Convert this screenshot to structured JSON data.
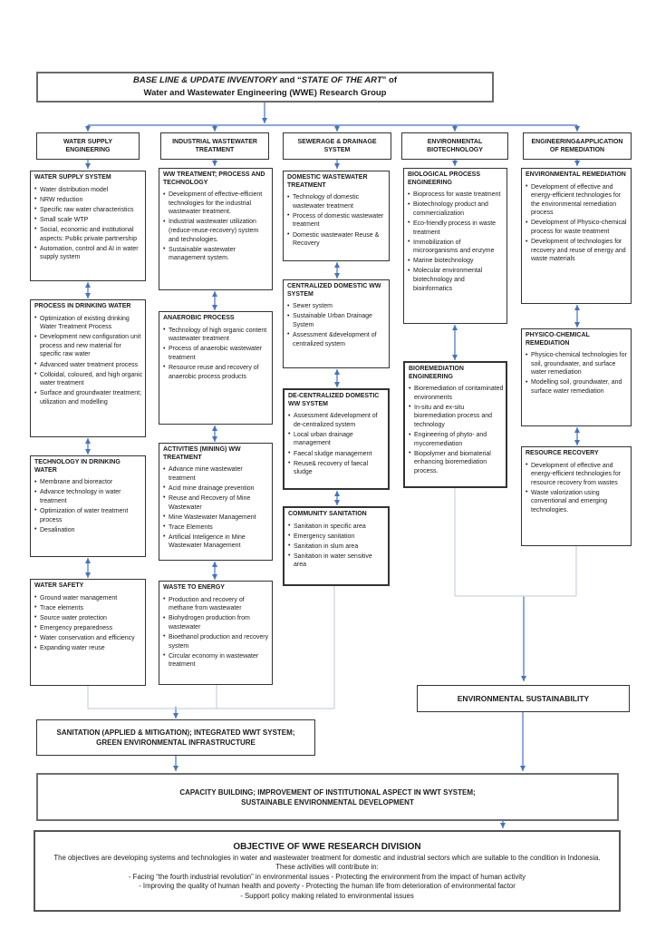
{
  "title": {
    "l1_italic1": "BASE LINE & UPDATE INVENTORY",
    "l1_mid": " and “",
    "l1_italic2": "STATE OF THE ART",
    "l1_end": "” of",
    "line2": "Water and Wastewater Engineering (WWE) Research Group"
  },
  "columns": [
    {
      "header": {
        "line1": "WATER SUPPLY",
        "line2": "ENGINEERING"
      },
      "boxes": [
        {
          "title": "WATER SUPPLY SYSTEM",
          "items": [
            "Water distribution model",
            "NRW reduction",
            "Specific raw water characteristics",
            "Small scale WTP",
            "Social, economic and institutional aspects: Public private partnership",
            "Automation, control and AI in water supply system"
          ]
        },
        {
          "title": "PROCESS IN DRINKING WATER",
          "items": [
            "Optimization of existing drinking Water Treatment Process",
            "Development new configuration unit process and new material for specific raw water",
            "Advanced water treatment process",
            "Colloidal, coloured, and high organic water treatment",
            "Surface and groundwater treatment; utilization and modelling"
          ]
        },
        {
          "title": "TECHNOLOGY IN DRINKING WATER",
          "items": [
            "Membrane and bioreactor",
            "Advance technology in water treatment",
            "Optimization of water treatment process",
            "Desalination"
          ]
        },
        {
          "title": "WATER SAFETY",
          "items": [
            "Ground water management",
            "Trace elements",
            "Source water protection",
            "Emergency preparedness",
            "Water conservation and efficiency",
            "Expanding water reuse"
          ]
        }
      ]
    },
    {
      "header": {
        "line1": "INDUSTRIAL WASTEWATER",
        "line2": "TREATMENT"
      },
      "boxes": [
        {
          "title": "WW TREATMENT; PROCESS AND TECHNOLOGY",
          "items": [
            "Development of effective-efficient technologies for the industrial wastewater treatment.",
            "Industrial wastewater utilization (reduce-reuse-recovery) system and technologies.",
            "Sustainable wastewater management system."
          ]
        },
        {
          "title": "ANAEROBIC PROCESS",
          "items": [
            "Technology of high organic content wastewater treatment",
            "Process of anaerobic wastewater treatment",
            "Resource reuse and recovery of anaerobic process products"
          ]
        },
        {
          "title": "ACTIVITIES (MINING) WW TREATMENT",
          "items": [
            "Advance mine wastewater treatment",
            "Acid mine drainage prevention",
            "Reuse and Recovery of Mine Wastewater",
            "Mine Wastewater Management",
            "Trace Elements",
            "Artificial Inteligence in Mine Wastewater Management"
          ]
        },
        {
          "title": "WASTE TO ENERGY",
          "items": [
            "Production and recovery of methane from wastewater",
            "Biohydrogen production from wastewater",
            "Bioethanol production and recovery system",
            "Circular economy in wastewater treatment"
          ]
        }
      ]
    },
    {
      "header": {
        "line1": "SEWERAGE & DRAINAGE",
        "line2": "SYSTEM"
      },
      "boxes": [
        {
          "title": "DOMESTIC WASTEWATER TREATMENT",
          "items": [
            "Technology of domestic wastewater treatment",
            "Process of domestic wastewater treatment",
            "Domestic wastewater Reuse & Recovery"
          ]
        },
        {
          "title": "CENTRALIZED DOMESTIC WW SYSTEM",
          "items": [
            "Sewer system",
            "Sustainable Urban Drainage System",
            "Assessment &development of centralized system"
          ]
        },
        {
          "title": "DE-CENTRALIZED DOMESTIC WW SYSTEM",
          "items": [
            "Assessment &development of de-centralized system",
            "Local urban drainage management",
            "Faecal sludge management",
            "Reuse& recovery of faecal sludge"
          ]
        },
        {
          "title": "COMMUNITY SANITATION",
          "items": [
            "Sanitation in specific area",
            "Emergency sanitation",
            "Sanitation in slum area",
            "Sanitation in water sensitive area"
          ]
        }
      ]
    },
    {
      "header": {
        "line1": "ENVIRONMENTAL",
        "line2": "BIOTECHNOLOGY"
      },
      "boxes": [
        {
          "title": "BIOLOGICAL PROCESS ENGINEERING",
          "items": [
            "Bioprocess for waste treatment",
            "Biotechnology product and commercialization",
            "Eco-friendly process in waste treatment",
            "Immobilization of microorganisms and enzyme",
            "Marine biotechnology",
            "Molecular environmental biotechnology and bioinformatics"
          ]
        },
        {
          "title": "BIOREMEDIATION ENGINEERING",
          "items": [
            "Bioremediation of contaminated environments",
            "In-situ and ex-situ bioremediation process and technology",
            "Engineering of phyto- and mycoremediation",
            "Biopolymer and biomaterial enhancing bioremediation process."
          ]
        }
      ]
    },
    {
      "header": {
        "line1": "ENGINEERING&APPLICATION",
        "line2": "OF REMEDIATION"
      },
      "boxes": [
        {
          "title": "ENVIRONMENTAL REMEDIATION",
          "items": [
            "Development of effective and energy-efficient technologies for the environmental remediation process",
            "Development of Physico-chemical process for waste treatment",
            "Development of technologies for recovery and reuse of energy and waste materials"
          ]
        },
        {
          "title": "PHYSICO-CHEMICAL REMEDIATION",
          "items": [
            "Physico-chemical technologies for soil, groundwater, and surface water remediation",
            "Modelling soil, groundwater, and surface water remediation"
          ]
        },
        {
          "title": "RESOURCE RECOVERY",
          "items": [
            "Development of effective and energy-efficient technologies for resource recovery from wastes",
            "Waste valorization using conventional and emerging technologies."
          ]
        }
      ]
    }
  ],
  "bottom": {
    "environmental_sustainability": "ENVIRONMENTAL SUSTAINABILITY",
    "sanitation_line1": "SANITATION (APPLIED & MITIGATION); INTEGRATED WWT SYSTEM;",
    "sanitation_line2": "GREEN ENVIRONMENTAL INFRASTRUCTURE",
    "capacity_line1": "CAPACITY BUILDING; IMPROVEMENT OF INSTITUTIONAL ASPECT IN WWT SYSTEM;",
    "capacity_line2": "SUSTAINABLE ENVIRONMENTAL DEVELOPMENT",
    "objective_title": "OBJECTIVE OF WWE RESEARCH DIVISION",
    "objective_lines": [
      "The objectives are developing systems and technologies in water and wastewater treatment for domestic and industrial sectors which are suitable to the condition in Indonesia. These activities will contribute in:",
      "- Facing “the fourth industrial revolution” in environmental issues - Protecting the environment from the impact of human activity",
      "- Improving the quality of human health and poverty - Protecting the human life from deterioration of environmental factor",
      "- Support policy making related to environmental issues"
    ]
  },
  "colors": {
    "arrow_blue": "#4472c4",
    "connector_gray": "#c9d3e0",
    "border_dark": "#333333"
  }
}
